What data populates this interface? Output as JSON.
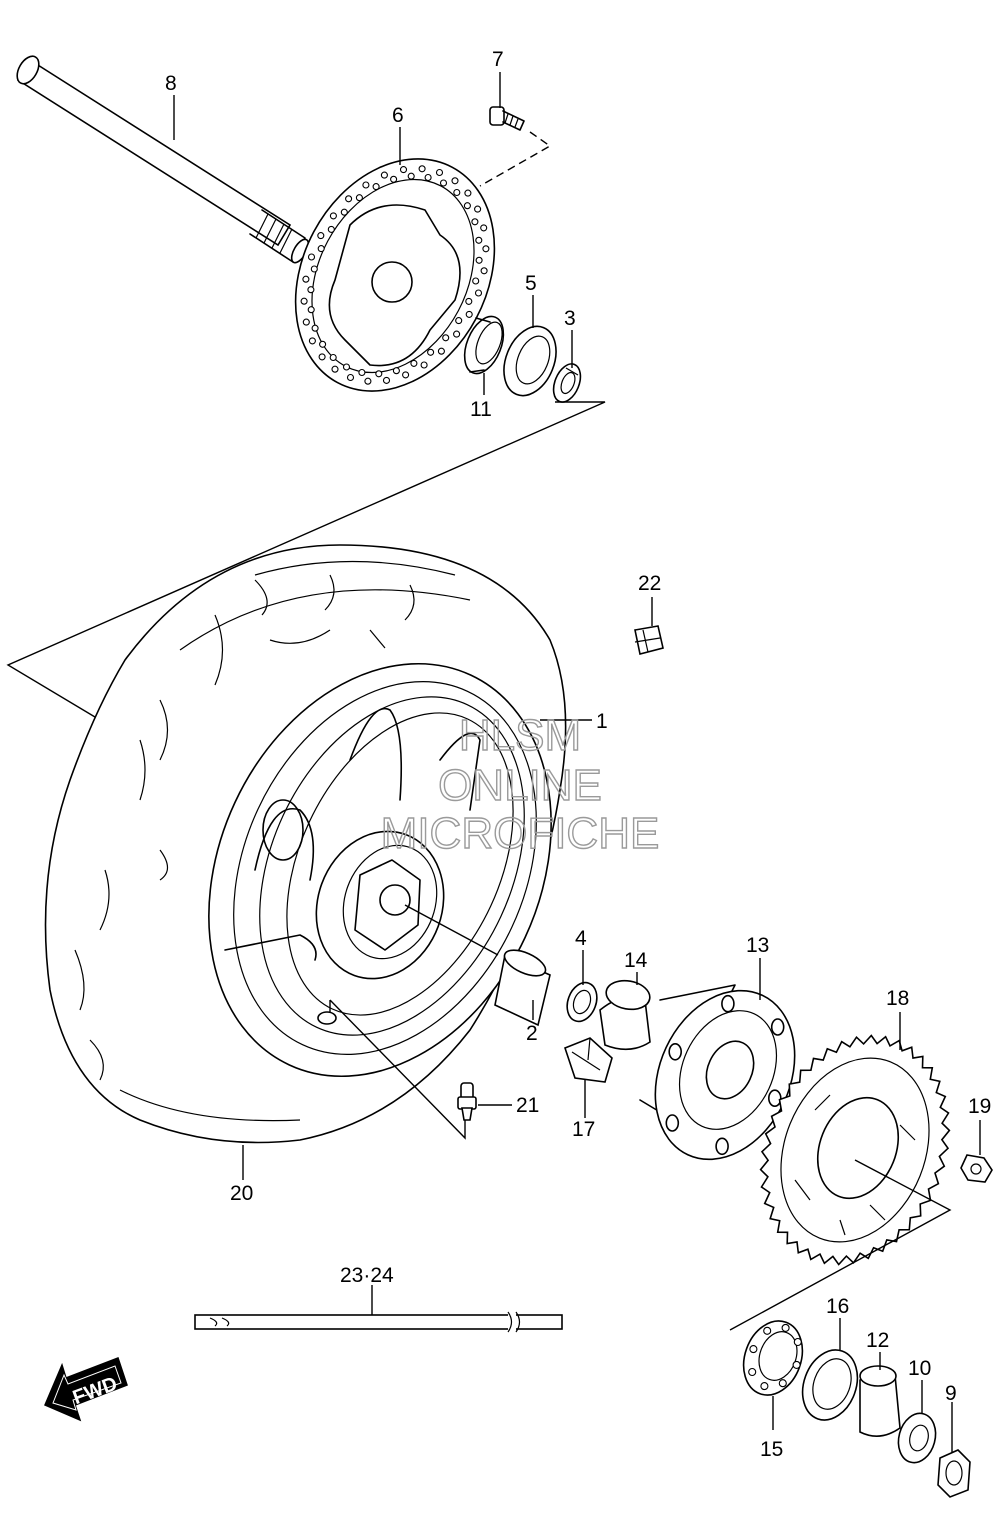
{
  "callouts": [
    {
      "id": "1",
      "label": "1"
    },
    {
      "id": "2",
      "label": "2"
    },
    {
      "id": "3",
      "label": "3"
    },
    {
      "id": "4",
      "label": "4"
    },
    {
      "id": "5",
      "label": "5"
    },
    {
      "id": "6",
      "label": "6"
    },
    {
      "id": "7",
      "label": "7"
    },
    {
      "id": "8",
      "label": "8"
    },
    {
      "id": "9",
      "label": "9"
    },
    {
      "id": "10",
      "label": "10"
    },
    {
      "id": "11",
      "label": "11"
    },
    {
      "id": "12",
      "label": "12"
    },
    {
      "id": "13",
      "label": "13"
    },
    {
      "id": "14",
      "label": "14"
    },
    {
      "id": "15",
      "label": "15"
    },
    {
      "id": "16",
      "label": "16"
    },
    {
      "id": "17",
      "label": "17"
    },
    {
      "id": "18",
      "label": "18"
    },
    {
      "id": "19",
      "label": "19"
    },
    {
      "id": "20",
      "label": "20"
    },
    {
      "id": "21",
      "label": "21"
    },
    {
      "id": "22",
      "label": "22"
    },
    {
      "id": "23_24",
      "label": "23·24"
    }
  ],
  "watermark": [
    "HLSM",
    "ONLINE",
    "MICROFICHE"
  ],
  "direction_badge": "FWD",
  "colors": {
    "line": "#000000",
    "background": "#ffffff",
    "watermark": "#9a9a9a"
  }
}
